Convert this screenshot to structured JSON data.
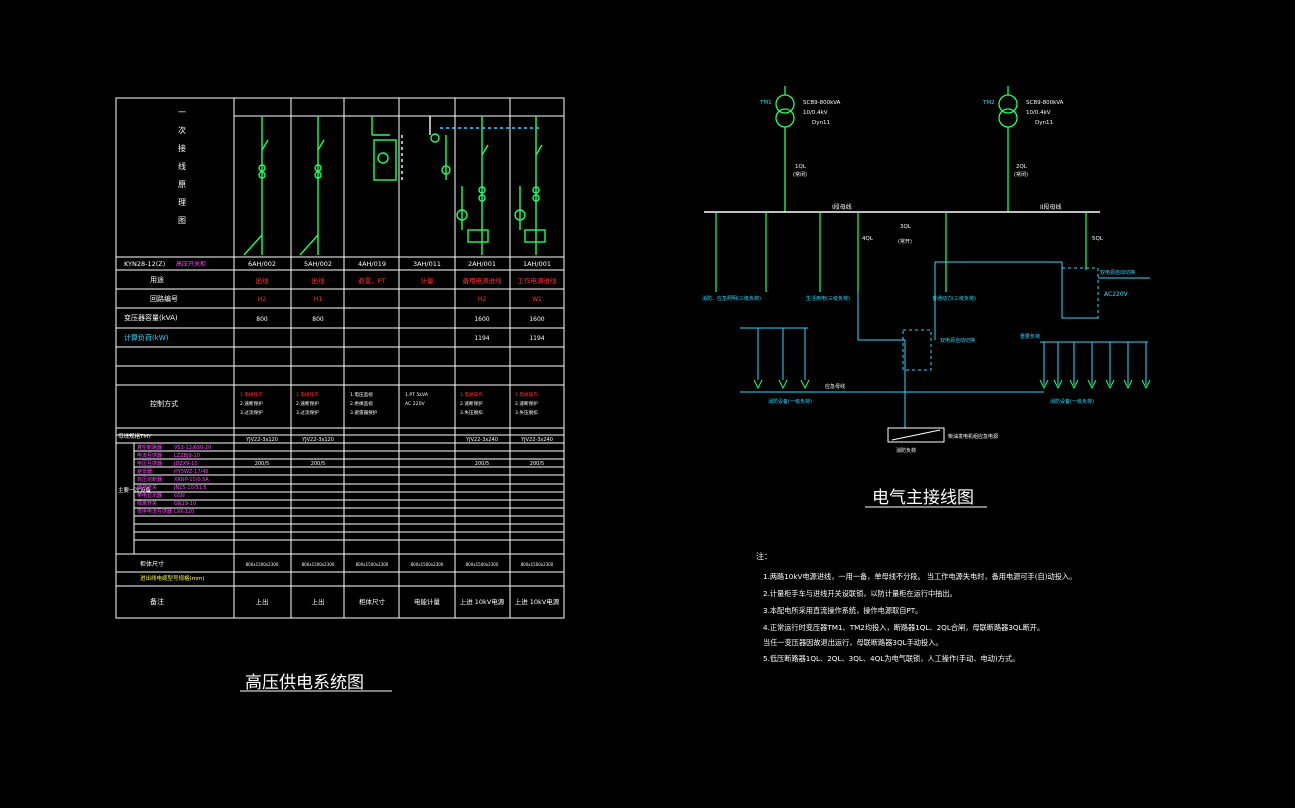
{
  "colors": {
    "background": "#000000",
    "grid": "#ffffff",
    "bus": "#20ff60",
    "wire": "#30d8ff",
    "magenta": "#ff40ff",
    "red": "#ff3030",
    "yellow": "#ffff40"
  },
  "left_drawing": {
    "title": "高压供电系统图",
    "side_header": "一次接线原理图",
    "model_label": "KYN28-12(Z)",
    "model_label_red": "高压开关柜",
    "columns": [
      "6AH/002",
      "5AH/002",
      "4AH/019",
      "3AH/011",
      "2AH/001",
      "1AH/001"
    ],
    "row_labels": [
      "用途",
      "回路编号",
      "变压器容量(kVA)",
      "计算负荷(kW)",
      "",
      "控制方式"
    ],
    "usage": [
      "出线",
      "出线",
      "避雷，PT",
      "计量",
      "备用电源进线",
      "工作电源进线"
    ],
    "loop_codes": [
      "H2",
      "H1",
      "",
      "",
      "H2",
      "W1"
    ],
    "transformer_capacity": [
      "800",
      "800",
      "",
      "",
      "1600",
      "1600"
    ],
    "calc_load": [
      "",
      "",
      "",
      "",
      "1194",
      "1194"
    ],
    "control": [
      [
        "1.电磁操作",
        "2.速断保护",
        "3.过流保护"
      ],
      [
        "1.电磁操作",
        "2.速断保护",
        "3.过流保护"
      ],
      [
        "1.电压监视",
        "2.绝缘监视",
        "3.避雷器保护"
      ],
      [
        "1.PT 5kVA",
        "AC 220V"
      ],
      [
        "1.电磁操作",
        "2.速断保护",
        "3.失压脱扣"
      ],
      [
        "1.电磁操作",
        "2.速断保护",
        "3.失压脱扣"
      ]
    ],
    "bus_row_label": "母线规格TMY",
    "bus_row_values": [
      "YJV22-3x120",
      "YJV22-3x120",
      "",
      "",
      "YJV22-3x240",
      "YJV22-3x240"
    ],
    "equipment_group_label": "主要一次设备",
    "equipment_names": [
      "真空断路器",
      "电流互感器",
      "电压互感器",
      "避雷器",
      "高压熔断器",
      "接地开关",
      "带电显示器",
      "隔离开关",
      "零序电流互感器"
    ],
    "equipment_models": [
      "VS1-12/630-20",
      "LZZBJ9-10",
      "JDZX9-10",
      "HY5WZ-17/45",
      "XRNP-10/0.5A",
      "JN15-10/31.5",
      "GSN",
      "GN19-10",
      "LXK-120"
    ],
    "ct_values": [
      "200/5",
      "200/5",
      "",
      "",
      "200/5",
      "200/5"
    ],
    "size_row_label": "柜体尺寸",
    "size_values": [
      "800x1500x2300",
      "800x1500x2300",
      "800x1500x2300",
      "800x1500x2300",
      "800x1500x2300",
      "800x1500x2300"
    ],
    "wire_row_label": "进出线电缆型号规格(mm)",
    "remark_row_label": "备注",
    "remarks": [
      "上出",
      "上出",
      "柜体尺寸",
      "电能计量",
      "上进 10kV电源",
      "上进 10kV电源"
    ]
  },
  "right_drawing": {
    "title": "电气主接线图",
    "transformer1": [
      "SCB9-800kVA",
      "10/0.4kV",
      "Dyn11"
    ],
    "transformer2": [
      "SCB9-800kVA",
      "10/0.4kV",
      "Dyn11"
    ],
    "tm1": "TM1",
    "tm2": "TM2",
    "bus_i": "I段母线",
    "bus_ii": "II段母线",
    "breakers": [
      "1QL",
      "2QL",
      "3QL",
      "4QL",
      "5QL"
    ],
    "breaker_notes": [
      "(常闭)",
      "(常闭)",
      "(常开)"
    ],
    "feeders_left": [
      "消防、应急照明(三级负荷)",
      "生活用电(三级负荷)",
      "普通动力(三级负荷)"
    ],
    "ac_label": "AC220V",
    "ats_label": "双电源自动切换",
    "load_label": "重要负荷",
    "sec_load_left": "消防设备(一级负荷)",
    "sec_load_right": "消防设备(一级负荷)",
    "emergency_label": "应急母线",
    "gen_label": "柴油发电机组应急电源",
    "gen_box": "消防负荷",
    "notes_heading": "注：",
    "notes": [
      "1.两路10kV电源进线，一用一备，单母线不分段。                    当工作电源失电时，备用电源可手(自)动投入。",
      "2.计量柜手车与进线开关设联锁，以防计量柜在运行中抽出。",
      "3.本配电所采用直流操作系统，操作电源取自PT。",
      "4.正常运行时变压器TM1、TM2均投入，断路器1QL、2QL合闸，母联断路器3QL断开。",
      "   当任一变压器因故退出运行，母联断路器3QL手动投入。",
      "5.低压断路器1QL、2QL、3QL、4QL为电气联锁，人工操作(手动、电动)方式。"
    ]
  }
}
